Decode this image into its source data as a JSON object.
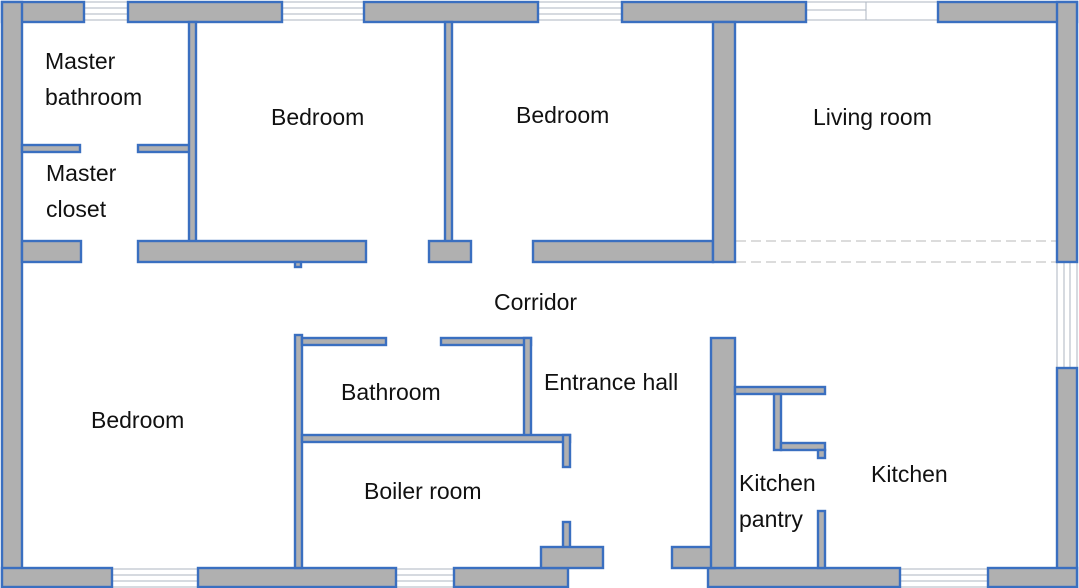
{
  "rooms": {
    "master_bathroom": "Master\nbathroom",
    "master_closet": "Master\ncloset",
    "bedroom_top_middle": "Bedroom",
    "bedroom_top_right": "Bedroom",
    "living_room": "Living room",
    "corridor": "Corridor",
    "bathroom": "Bathroom",
    "entrance_hall": "Entrance hall",
    "bedroom_bottom_left": "Bedroom",
    "boiler_room": "Boiler room",
    "kitchen_pantry": "Kitchen\npantry",
    "kitchen": "Kitchen"
  },
  "colors": {
    "wall_fill": "#b0b0b0",
    "wall_outline": "#3a6fc0",
    "window_frame": "#aeb6c0",
    "background": "#ffffff"
  }
}
